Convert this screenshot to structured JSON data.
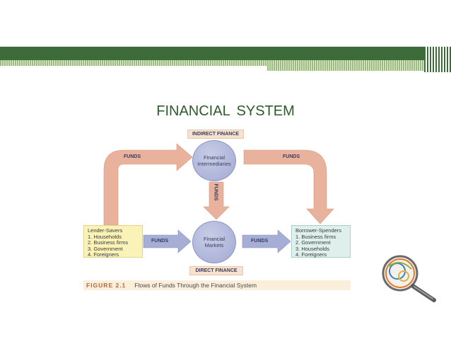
{
  "slide": {
    "title": "FINANCIAL  SYSTEM"
  },
  "diagram": {
    "indirect_label": "INDIRECT FINANCE",
    "direct_label": "DIRECT FINANCE",
    "intermediaries": "Financial Intermediaries",
    "markets": "Financial Markets",
    "funds_left_top": "FUNDS",
    "funds_right_top": "FUNDS",
    "funds_vertical": "FUNDS",
    "funds_left_bottom": "FUNDS",
    "funds_right_bottom": "FUNDS",
    "lender": {
      "title": "Lender-Savers",
      "items": [
        "1. Households",
        "2. Business firms",
        "3. Government",
        "4. Foreigners"
      ]
    },
    "borrower": {
      "title": "Borrower-Spenders",
      "items": [
        "1. Business firms",
        "2. Government",
        "3. Households",
        "4. Foreigners"
      ]
    },
    "figure_number": "FIGURE 2.1",
    "figure_caption": "Flows of Funds Through the Financial System"
  },
  "colors": {
    "header_green": "#3d6b3a",
    "title_green": "#2d5a2b",
    "arrow_salmon": "#e8b29c",
    "arrow_blue": "#a6aed6"
  },
  "icons": {
    "corner_graphic": "magnifying-glass-icon"
  }
}
